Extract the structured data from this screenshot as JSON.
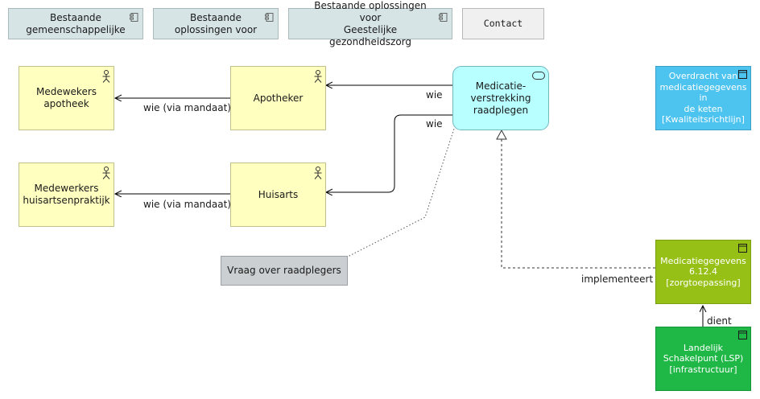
{
  "tabs": {
    "tab1": "Bestaande\ngemeenschappelijke",
    "tab2": "Bestaande\noplossingen voor",
    "tab3": "Bestaande oplossingen voor\nGeestelijke gezondheidszorg",
    "contact": "Contact"
  },
  "nodes": {
    "medewerkers_apotheek": "Medewekers\napotheek",
    "apotheker": "Apotheker",
    "medewerkers_huisarts": "Medewerkers\nhuisartsenpraktijk",
    "huisarts": "Huisarts",
    "service": "Medicatie-\nverstrekking\nraadplegen",
    "note": "Vraag over raadplegers",
    "guideline": "Overdracht van\nmedicatiegegevens in\nde keten\n[Kwaliteitsrichtlijn]",
    "app": "Medicatiegegevens\n6.12.4\n[zorgtoepassing]",
    "infra": "Landelijk\nSchakelpunt (LSP)\n[infrastructuur]"
  },
  "edges": {
    "wie_1": "wie",
    "wie_2": "wie",
    "mandaat_1": "wie (via mandaat)",
    "mandaat_2": "wie (via mandaat)",
    "implementeert": "implementeert",
    "dient": "dient"
  },
  "icons": {
    "tab": "component-icon",
    "actor": "actor-icon",
    "service": "service-icon",
    "element": "artifact-icon"
  }
}
